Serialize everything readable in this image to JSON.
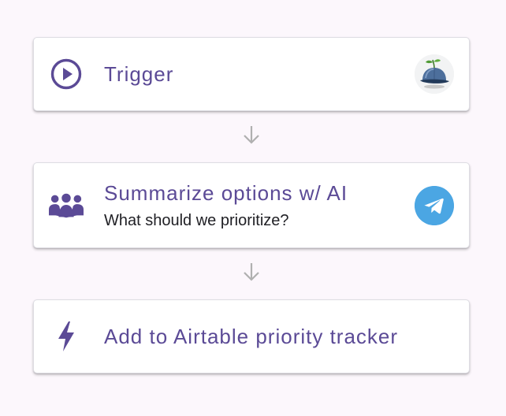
{
  "steps": [
    {
      "title": "Trigger",
      "icon": "play-circle-icon",
      "trailing_icon": "avatar-cap-sprout-icon"
    },
    {
      "title": "Summarize options w/ AI",
      "subtitle": "What should we prioritize?",
      "icon": "people-group-icon",
      "trailing_icon": "telegram-icon"
    },
    {
      "title": "Add to Airtable priority tracker",
      "icon": "lightning-bolt-icon"
    }
  ],
  "connector_icon": "arrow-down-icon",
  "colors": {
    "background": "#fcf7fc",
    "accent": "#5b4a96",
    "text": "#1f1f24",
    "connector": "#b0b0b0",
    "telegram": "#4ba6e3"
  }
}
